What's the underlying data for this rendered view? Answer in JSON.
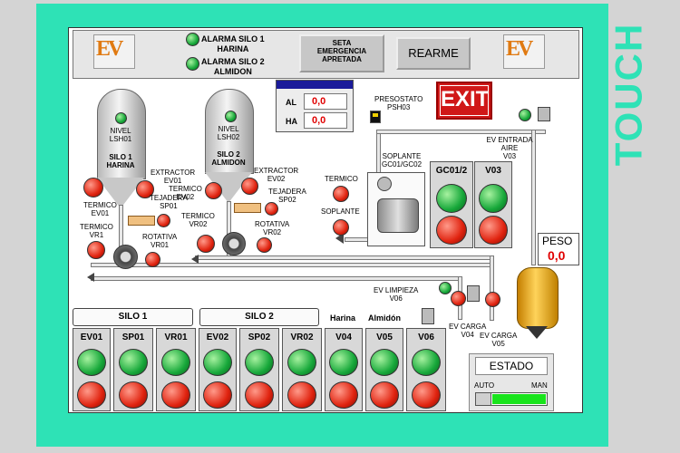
{
  "side_text": "TOUCH",
  "alarms": [
    {
      "label": "ALARMA SILO 1\nHARINA"
    },
    {
      "label": "ALARMA SILO 2\nALMIDON"
    }
  ],
  "emergency_label": "SETA\nEMERGENCIA\nAPRETADA",
  "rearme_label": "REARME",
  "logo_text": "EV",
  "al_window": {
    "al_label": "AL",
    "al_value": "0,0",
    "ha_label": "HA",
    "ha_value": "0,0"
  },
  "exit_label": "EXIT",
  "presostato": "PRESOSTATO\nPSH03",
  "silo1": {
    "nivel": "NIVEL\nLSH01",
    "name": "SILO 1\nHARINA"
  },
  "silo2": {
    "nivel": "NIVEL\nLSH02",
    "name": "SILO 2\nALMIDON"
  },
  "labels": {
    "extractor1": "EXTRACTOR\nEV01",
    "termico_ev01_a": "TERMICO\nEV01",
    "tejadera1": "TEJADERA\nSP01",
    "termico_vr1": "TERMICO\nVR1",
    "rotativa1": "ROTATIVA\nVR01",
    "extractor2": "EXTRACTOR\nEV02",
    "termico_ev02": "TERMICO\nEV02",
    "tejadera2": "TEJADERA\nSP02",
    "termico_vr02": "TERMICO\nVR02",
    "rotativa2": "ROTATIVA\nVR02",
    "termico": "TERMICO",
    "soplante": "SOPLANTE",
    "soplante_gc": "SOPLANTE\nGC01/GC02",
    "ev_entrada": "EV ENTRADA\nAIRE\nV03",
    "ev_limpieza": "EV LIMPIEZA\nV06",
    "ev_carga_v04": "EV CARGA\nV04",
    "ev_carga_v05": "EV CARGA\nV05"
  },
  "upper_buttons": [
    {
      "label": "GC01/2"
    },
    {
      "label": "V03"
    }
  ],
  "peso": {
    "label": "PESO",
    "value": "0,0"
  },
  "groups": {
    "silo1": "SILO 1",
    "silo2": "SILO 2",
    "harina": "Harina",
    "almidon": "Almidón"
  },
  "bottom_buttons": [
    {
      "label": "EV01"
    },
    {
      "label": "SP01"
    },
    {
      "label": "VR01"
    },
    {
      "label": "EV02"
    },
    {
      "label": "SP02"
    },
    {
      "label": "VR02"
    },
    {
      "label": "V04"
    },
    {
      "label": "V05"
    },
    {
      "label": "V06"
    }
  ],
  "estado": {
    "title": "ESTADO",
    "auto": "AUTO",
    "man": "MAN",
    "switch_state": "MAN"
  },
  "colors": {
    "frame": "#2ee2b6",
    "green": "#17a83a",
    "red": "#e0230f",
    "value": "#e00000"
  }
}
